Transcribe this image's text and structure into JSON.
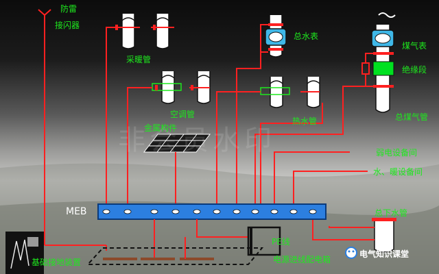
{
  "labels": {
    "lightning_arrester": "防雷",
    "lightning_arrester_2": "接闪器",
    "heating_pipe": "采暖管",
    "ac_pipe": "空调管",
    "metal_member": "金属构件",
    "main_water_meter": "总水表",
    "hot_water_pipe": "热水管",
    "gas_meter": "煤气表",
    "insulation_section": "绝缘段",
    "main_gas_pipe": "总煤气管",
    "weak_current_room": "弱电设备间",
    "water_heating_room": "水、暖设备间",
    "meb": "MEB",
    "main_drain_pipe": "总下水管",
    "pe_line": "PE线",
    "power_incoming_box": "电源进线配电箱",
    "foundation_grounding": "基础接地装置",
    "watermark": "非会员水印",
    "brand": "电气知识课堂"
  },
  "colors": {
    "wire": "#ff2020",
    "label": "#1ee81e",
    "meb_bar": "#2c7fe0",
    "meter": "#3fb8e8",
    "insulation": "#00e020"
  }
}
